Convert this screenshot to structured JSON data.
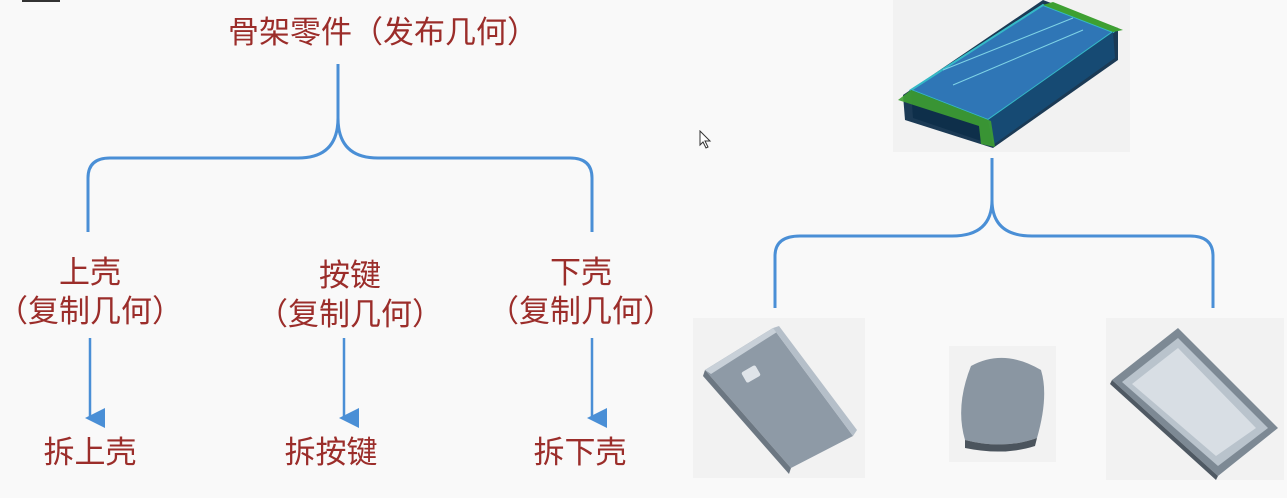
{
  "diagram": {
    "root": "骨架零件（发布几何）",
    "branches": [
      {
        "title": "上壳",
        "note": "（复制几何）",
        "action": "拆上壳"
      },
      {
        "title": "按键",
        "note": "（复制几何）",
        "action": "拆按键"
      },
      {
        "title": "下壳",
        "note": "（复制几何）",
        "action": "拆下壳"
      }
    ]
  },
  "images": {
    "assembly": "skeleton-assembly-render",
    "parts": [
      "upper-shell-render",
      "button-render",
      "lower-shell-render"
    ]
  },
  "colors": {
    "label": "#9b2d2a",
    "connector": "#4a8fd6",
    "panel": "#f2f2f2"
  }
}
